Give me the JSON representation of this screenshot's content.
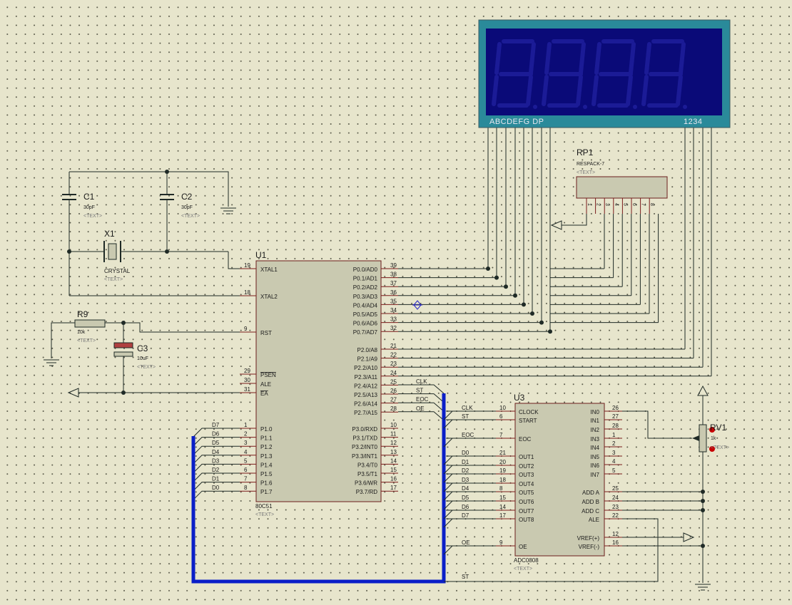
{
  "display": {
    "segment_pins": "ABCDEFG DP",
    "digit_pins": "1234"
  },
  "components": {
    "c1": {
      "ref": "C1",
      "value": "30pF",
      "text": "<TEXT>"
    },
    "c2": {
      "ref": "C2",
      "value": "30pF",
      "text": "<TEXT>"
    },
    "x1": {
      "ref": "X1",
      "value": "CRYSTAL",
      "text": "<TEXT>"
    },
    "r9": {
      "ref": "R9",
      "value": "10k",
      "text": "<TEXT>"
    },
    "c3": {
      "ref": "C3",
      "value": "10uF",
      "text": "<TEXT>"
    },
    "rp1": {
      "ref": "RP1",
      "value": "RESPACK-7",
      "text": "<TEXT>",
      "pins": [
        "1",
        "2",
        "3",
        "4",
        "5",
        "6",
        "7",
        "8"
      ]
    },
    "rv1": {
      "ref": "RV1",
      "value": "1k",
      "text": "<TEXT>"
    },
    "u1": {
      "ref": "U1",
      "value": "80C51",
      "text": "<TEXT>",
      "left_pins": [
        {
          "num": "19",
          "name": "XTAL1"
        },
        {
          "num": "18",
          "name": "XTAL2"
        },
        {
          "num": "9",
          "name": "RST"
        },
        {
          "num": "29",
          "name": "PSEN"
        },
        {
          "num": "30",
          "name": "ALE"
        },
        {
          "num": "31",
          "name": "EA"
        },
        {
          "num": "1",
          "name": "P1.0"
        },
        {
          "num": "2",
          "name": "P1.1"
        },
        {
          "num": "3",
          "name": "P1.2"
        },
        {
          "num": "4",
          "name": "P1.3"
        },
        {
          "num": "5",
          "name": "P1.4"
        },
        {
          "num": "6",
          "name": "P1.5"
        },
        {
          "num": "7",
          "name": "P1.6"
        },
        {
          "num": "8",
          "name": "P1.7"
        }
      ],
      "right_pins": [
        {
          "num": "39",
          "name": "P0.0/AD0"
        },
        {
          "num": "38",
          "name": "P0.1/AD1"
        },
        {
          "num": "37",
          "name": "P0.2/AD2"
        },
        {
          "num": "36",
          "name": "P0.3/AD3"
        },
        {
          "num": "35",
          "name": "P0.4/AD4"
        },
        {
          "num": "34",
          "name": "P0.5/AD5"
        },
        {
          "num": "33",
          "name": "P0.6/AD6"
        },
        {
          "num": "32",
          "name": "P0.7/AD7"
        },
        {
          "num": "21",
          "name": "P2.0/A8"
        },
        {
          "num": "22",
          "name": "P2.1/A9"
        },
        {
          "num": "23",
          "name": "P2.2/A10"
        },
        {
          "num": "24",
          "name": "P2.3/A11"
        },
        {
          "num": "25",
          "name": "P2.4/A12"
        },
        {
          "num": "26",
          "name": "P2.5/A13"
        },
        {
          "num": "27",
          "name": "P2.6/A14"
        },
        {
          "num": "28",
          "name": "P2.7/A15"
        },
        {
          "num": "10",
          "name": "P3.0/RXD"
        },
        {
          "num": "11",
          "name": "P3.1/TXD"
        },
        {
          "num": "12",
          "name": "P3.2/INT0"
        },
        {
          "num": "13",
          "name": "P3.3/INT1"
        },
        {
          "num": "14",
          "name": "P3.4/T0"
        },
        {
          "num": "15",
          "name": "P3.5/T1"
        },
        {
          "num": "16",
          "name": "P3.6/WR"
        },
        {
          "num": "17",
          "name": "P3.7/RD"
        }
      ],
      "p1_nets": [
        "D7",
        "D6",
        "D5",
        "D4",
        "D3",
        "D2",
        "D1",
        "D0"
      ],
      "p2_nets": [
        "CLK",
        "ST",
        "EOC",
        "OE"
      ]
    },
    "u3": {
      "ref": "U3",
      "value": "ADC0808",
      "text": "<TEXT>",
      "left_pins": [
        {
          "num": "10",
          "name": "CLOCK",
          "net": "CLK"
        },
        {
          "num": "6",
          "name": "START",
          "net": "ST"
        },
        {
          "num": "7",
          "name": "EOC",
          "net": "EOC"
        },
        {
          "num": "21",
          "name": "OUT1",
          "net": "D0"
        },
        {
          "num": "20",
          "name": "OUT2",
          "net": "D1"
        },
        {
          "num": "19",
          "name": "OUT3",
          "net": "D2"
        },
        {
          "num": "18",
          "name": "OUT4",
          "net": "D3"
        },
        {
          "num": "8",
          "name": "OUT5",
          "net": "D4"
        },
        {
          "num": "15",
          "name": "OUT6",
          "net": "D5"
        },
        {
          "num": "14",
          "name": "OUT7",
          "net": "D6"
        },
        {
          "num": "17",
          "name": "OUT8",
          "net": "D7"
        },
        {
          "num": "9",
          "name": "OE",
          "net": "OE"
        }
      ],
      "right_pins": [
        {
          "num": "26",
          "name": "IN0"
        },
        {
          "num": "27",
          "name": "IN1"
        },
        {
          "num": "28",
          "name": "IN2"
        },
        {
          "num": "1",
          "name": "IN3"
        },
        {
          "num": "2",
          "name": "IN4"
        },
        {
          "num": "3",
          "name": "IN5"
        },
        {
          "num": "4",
          "name": "IN6"
        },
        {
          "num": "5",
          "name": "IN7"
        },
        {
          "num": "25",
          "name": "ADD A"
        },
        {
          "num": "24",
          "name": "ADD B"
        },
        {
          "num": "23",
          "name": "ADD C"
        },
        {
          "num": "22",
          "name": "ALE"
        },
        {
          "num": "12",
          "name": "VREF(+)"
        },
        {
          "num": "16",
          "name": "VREF(-)"
        }
      ],
      "st_net": "ST"
    }
  },
  "colors": {
    "background": "#e7e5cc",
    "wire": "#1f2a26",
    "chip_body": "#c9c9b0",
    "chip_border": "#6b1d1d",
    "pin_line": "#7a1a1a",
    "bus": "#0a1ec8",
    "display_frame": "#2a8a9a",
    "display_face": "#0a0a78",
    "segment_off": "#1b1b96",
    "probe": "#2424c8",
    "pot_red": "#c80000"
  }
}
